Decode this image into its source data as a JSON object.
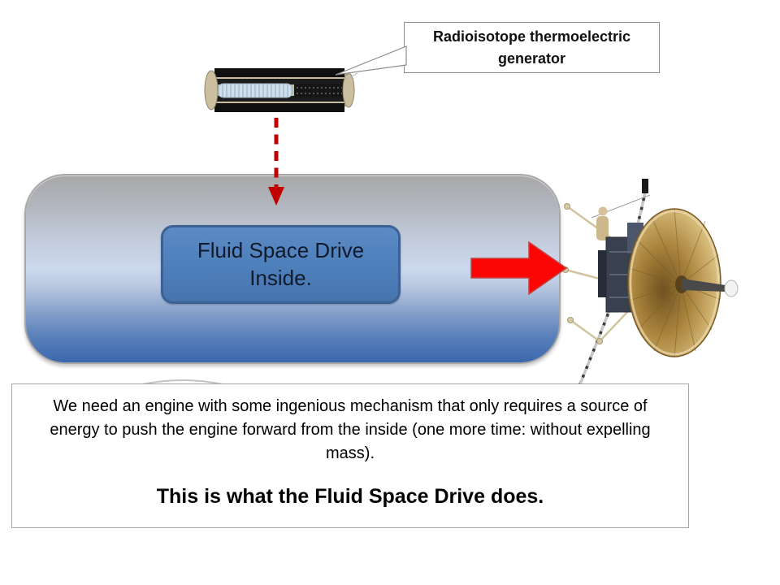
{
  "slide": {
    "background_color": "#ffffff",
    "callout": {
      "label": "Radioisotope thermoelectric generator",
      "border_color": "#8c8c8c"
    },
    "rtg": {
      "image_name": "rtg-photo",
      "fin_color": "#111111",
      "tube_color": "#cfe0ea"
    },
    "energy_arrow": {
      "style": "dashed",
      "color": "#c00000",
      "direction": "down"
    },
    "capsule": {
      "label": "Fluid Space Drive Inside.",
      "gradient_top": "#a7a7a7",
      "gradient_middle": "#ccd8ec",
      "gradient_bottom": "#3a67ae",
      "inner_box_fill": "#4f81bd",
      "inner_box_border": "#3b6195"
    },
    "thrust_arrow": {
      "color": "#fb0505",
      "direction": "right"
    },
    "spacecraft": {
      "image_name": "pioneer-spacecraft-photo",
      "dish_color": "#c9a85c"
    },
    "bottom_box": {
      "paragraph": "We need an engine with some ingenious mechanism that only requires a source of energy to push the engine forward from the inside (one more time: without expelling mass).",
      "emphasis": "This is what the Fluid Space Drive does."
    }
  }
}
